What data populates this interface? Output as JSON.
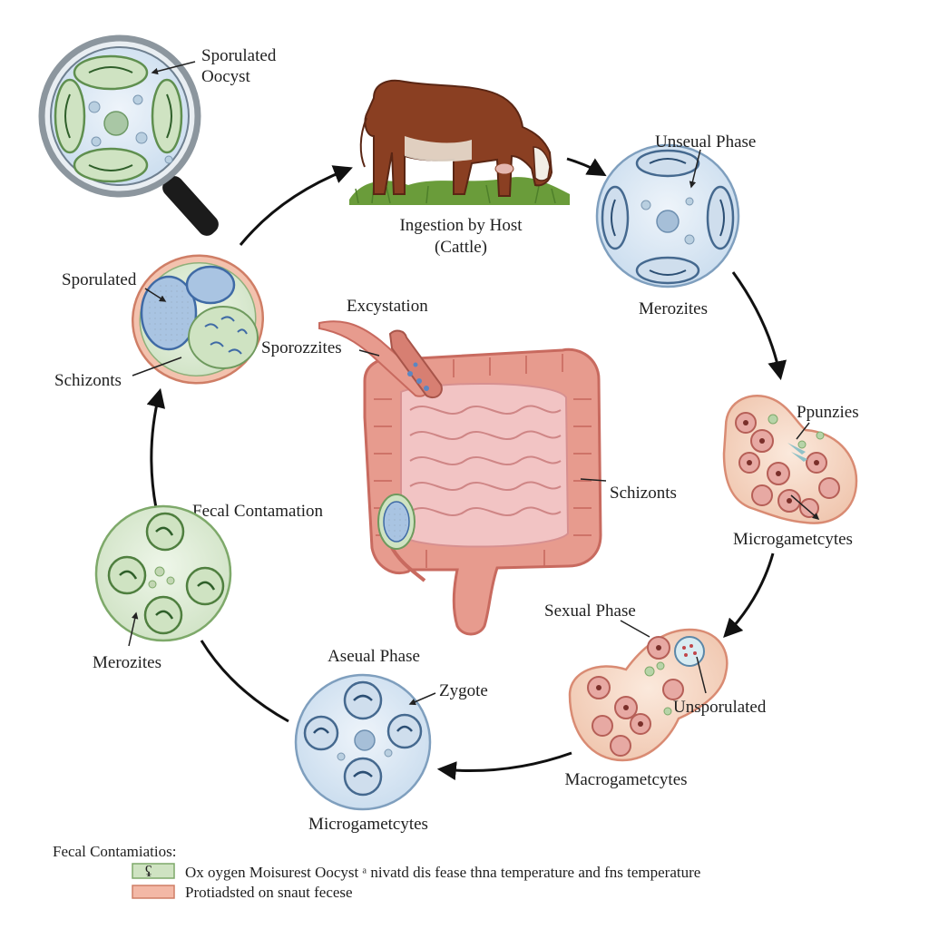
{
  "labels": {
    "sporulated_oocyst_top": [
      "Sporulated",
      "Oocyst"
    ],
    "ingestion": [
      "Ingestion by Host",
      "(Cattle)"
    ],
    "unsexual_phase": "Unseual Phase",
    "merozites_right": "Merozites",
    "sporulated_left": "Sporulated",
    "schizonts_left": "Schizonts",
    "excystation": "Excystation",
    "sporozzites": "Sporozzites",
    "pprnzies": "Ppunzies",
    "schizonts_center": "Schizonts",
    "microgametcytes_right": "Microgametcytes",
    "fecal_contamation": "Fecal Contamation",
    "sexual_phase": "Sexual Phase",
    "unsporulated": "Unsporulated",
    "merozites_left": "Merozites",
    "aseual_phase": "Aseual Phase",
    "zygote": "Zygote",
    "macrogametcytes": "Macrogametcytes",
    "microgametcytes_bottom": "Microgametcytes"
  },
  "legend": {
    "title": "Fecal Contamiatios:",
    "items": [
      {
        "swatch_text": "ʢ",
        "text": "Ox oygen Moisurest Oocyst ᵃ nivatd dis fease thna temperature and fns temperature",
        "color": "#cfe3c2"
      },
      {
        "swatch_text": "",
        "text": "Protiadsted on snaut fecese",
        "color": "#f3b8a6"
      }
    ]
  },
  "colors": {
    "green_cell": "#dcebd3",
    "green_outline": "#7ea96a",
    "blue_cell": "#dde9f3",
    "blue_outline": "#7f9fbe",
    "pink_cell": "#f6d9c8",
    "pink_outline": "#d98b73",
    "intestine": "#e79b8e",
    "intestine_dark": "#c86a5f",
    "small_intestine": "#f2c4c4",
    "cow": "#8a3f22",
    "grass": "#6a9c3a"
  },
  "icons": [
    "magnifier-icon",
    "cow-icon",
    "intestine-icon",
    "cycle-arrow-icon"
  ]
}
